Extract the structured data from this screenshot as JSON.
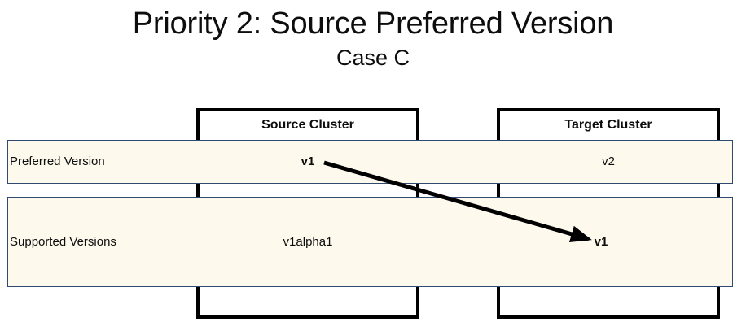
{
  "slide": {
    "title": "Priority 2: Source Preferred Version",
    "subtitle": "Case C"
  },
  "diagram": {
    "type": "comparison-table",
    "clusters": [
      {
        "id": "source",
        "title": "Source Cluster"
      },
      {
        "id": "target",
        "title": "Target Cluster"
      }
    ],
    "rows": [
      {
        "id": "preferred-version",
        "label": "Preferred Version",
        "source_value": "v1",
        "source_bold": true,
        "target_value": "v2",
        "target_bold": false
      },
      {
        "id": "supported-versions",
        "label": "Supported Versions",
        "source_value": "v1alpha1",
        "source_bold": false,
        "target_value": "v1",
        "target_bold": true
      }
    ],
    "arrow": {
      "name": "source-preferred-to-target-supported-arrow",
      "from": "Source Cluster / Preferred Version: v1",
      "to": "Target Cluster / Supported Versions: v1",
      "color": "#000000"
    },
    "colors": {
      "row_fill": "#fdf9ec",
      "row_border": "#2e4a73",
      "cluster_border": "#000000",
      "text": "#0d0d0d"
    }
  }
}
